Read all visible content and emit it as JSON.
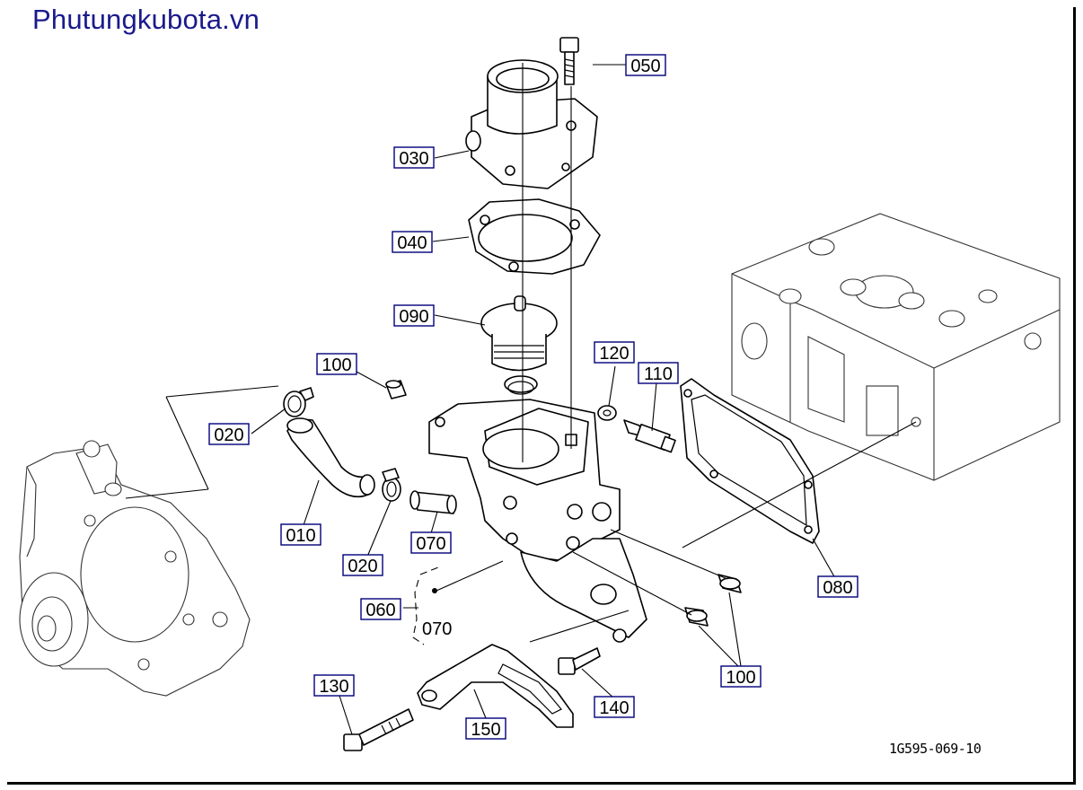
{
  "brand": "Phutungkubota.vn",
  "figure_code": "1G595-069-10",
  "callouts": [
    {
      "id": "050",
      "text": "050"
    },
    {
      "id": "030",
      "text": "030"
    },
    {
      "id": "040",
      "text": "040"
    },
    {
      "id": "090",
      "text": "090"
    },
    {
      "id": "100a",
      "text": "100"
    },
    {
      "id": "120",
      "text": "120"
    },
    {
      "id": "110",
      "text": "110"
    },
    {
      "id": "020a",
      "text": "020"
    },
    {
      "id": "010",
      "text": "010"
    },
    {
      "id": "020b",
      "text": "020"
    },
    {
      "id": "070a",
      "text": "070"
    },
    {
      "id": "060",
      "text": "060"
    },
    {
      "id": "070b",
      "text": "070"
    },
    {
      "id": "080",
      "text": "080"
    },
    {
      "id": "100b",
      "text": "100"
    },
    {
      "id": "130",
      "text": "130"
    },
    {
      "id": "140",
      "text": "140"
    },
    {
      "id": "150",
      "text": "150"
    }
  ]
}
